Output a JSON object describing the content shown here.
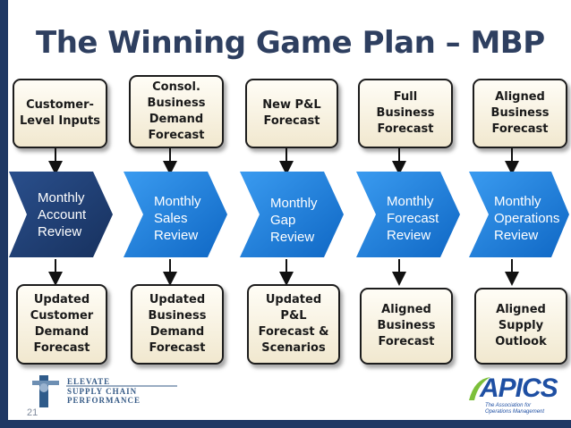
{
  "title": "The Winning Game Plan – MBP",
  "slide_number": "21",
  "top_boxes": [
    {
      "label": "Customer-\nLevel Inputs"
    },
    {
      "label": "Consol.\nBusiness\nDemand\nForecast"
    },
    {
      "label": "New P&L\nForecast"
    },
    {
      "label": "Full\nBusiness\nForecast"
    },
    {
      "label": "Aligned\nBusiness\nForecast"
    }
  ],
  "process_steps": [
    {
      "label": "Monthly\nAccount\nReview",
      "color": "#1f3f75"
    },
    {
      "label": "Monthly\nSales\nReview",
      "color": "#1a7fd6"
    },
    {
      "label": "Monthly\nGap\nReview",
      "color": "#1a7fd6"
    },
    {
      "label": "Monthly\nForecast\nReview",
      "color": "#1a7fd6"
    },
    {
      "label": "Monthly\nOperations\nReview",
      "color": "#1a7fd6"
    }
  ],
  "bottom_boxes": [
    {
      "label": "Updated\nCustomer\nDemand\nForecast"
    },
    {
      "label": "Updated\nBusiness\nDemand\nForecast"
    },
    {
      "label": "Updated\nP&L\nForecast &\nScenarios"
    },
    {
      "label": "Aligned\nBusiness\nForecast"
    },
    {
      "label": "Aligned\nSupply\nOutlook"
    }
  ],
  "logos": {
    "elevate_top": "ELEVATE",
    "elevate_bottom": "SUPPLY CHAIN PERFORMANCE",
    "apics_word": "APICS",
    "apics_tagline": "The Association for\nOperations Management"
  },
  "colors": {
    "title": "#2e3f60",
    "dark_chevron": "#1f3f75",
    "light_chevron": "#1a7fd6",
    "accent_bar": "#1f3864"
  }
}
